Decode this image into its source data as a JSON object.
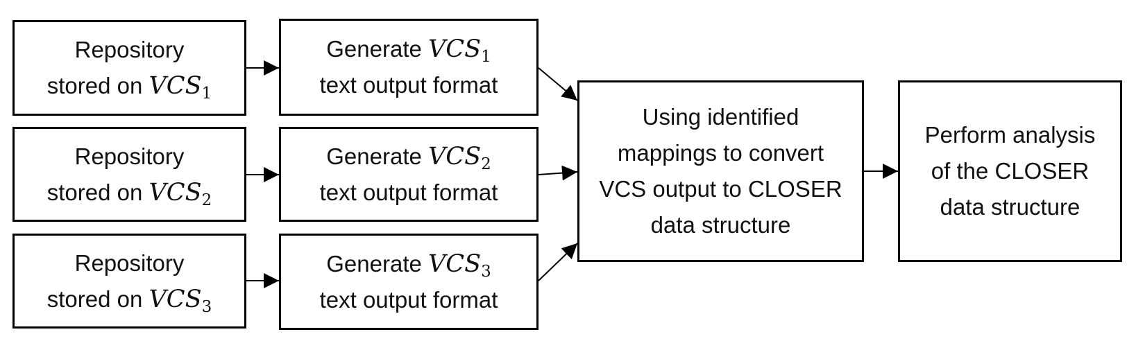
{
  "boxes": {
    "repo": [
      {
        "line1": "Repository",
        "line2_prefix": "stored on ",
        "var": "VCS",
        "sub": "1"
      },
      {
        "line1": "Repository",
        "line2_prefix": "stored on ",
        "var": "VCS",
        "sub": "2"
      },
      {
        "line1": "Repository",
        "line2_prefix": "stored on ",
        "var": "VCS",
        "sub": "3"
      }
    ],
    "generate": [
      {
        "line1_prefix": "Generate ",
        "var": "VCS",
        "sub": "1",
        "line2": "text output format"
      },
      {
        "line1_prefix": "Generate ",
        "var": "VCS",
        "sub": "2",
        "line2": "text output format"
      },
      {
        "line1_prefix": "Generate ",
        "var": "VCS",
        "sub": "3",
        "line2": "text output format"
      }
    ],
    "convert": {
      "lines": [
        "Using identified",
        "mappings to convert",
        "VCS output to CLOSER",
        "data structure"
      ]
    },
    "analysis": {
      "lines": [
        "Perform analysis",
        "of the CLOSER",
        "data structure"
      ]
    }
  },
  "colors": {
    "stroke": "#000000",
    "background": "#ffffff",
    "text": "#111111"
  }
}
